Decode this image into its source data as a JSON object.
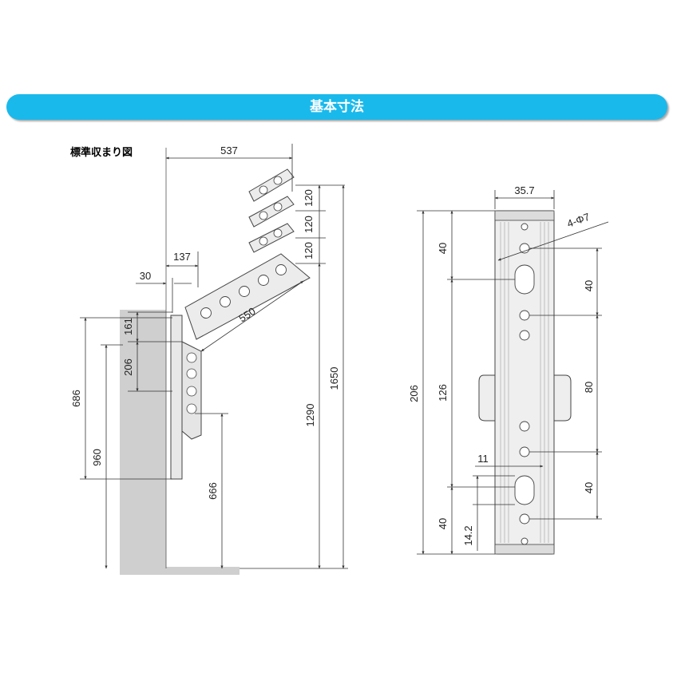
{
  "header": {
    "title": "基本寸法"
  },
  "side_view": {
    "caption": "標準収まり図",
    "dimensions": {
      "total_reach": "537",
      "arm_offset": "137",
      "wall_gap": "30",
      "arm_length": "550",
      "pitch_1": "120",
      "pitch_2": "120",
      "pitch_3": "120",
      "bracket_top": "161",
      "bracket_span": "206",
      "mount_height_a": "686",
      "mount_height_b": "960",
      "arm_tip_height": "666",
      "max_height_a": "1290",
      "max_height_b": "1650"
    }
  },
  "front_view": {
    "dimensions": {
      "width": "35.7",
      "holes": "4-Φ7",
      "total_height": "206",
      "top_offset": "40",
      "hole_span": "126",
      "bottom_offset": "40",
      "right_top": "40",
      "right_middle": "80",
      "right_bottom": "40",
      "slot_width": "11",
      "slot_offset": "14.2"
    }
  },
  "colors": {
    "banner": "#1ab9ec",
    "wall": "#c8c8c8",
    "line": "#333333"
  }
}
